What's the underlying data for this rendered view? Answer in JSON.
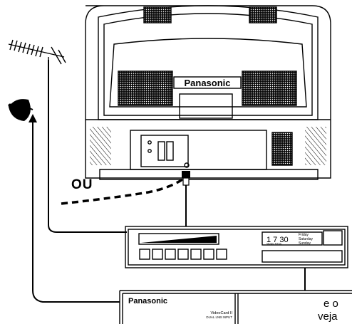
{
  "tv": {
    "brand": "Panasonic"
  },
  "cable_labels": {
    "or": "OU"
  },
  "vcr": {
    "clock": "1 7 30",
    "clock_sub": "VIDEO NTSC",
    "day_1": "Friday",
    "day_2": "Saturday",
    "day_3": "Sunday"
  },
  "receiver": {
    "brand": "Panasonic",
    "model": "VideoCard II",
    "model_sub": "DUAL LNB INPUT"
  },
  "side_note": {
    "line1": "e o",
    "line2": "veja"
  },
  "colors": {
    "line": "#000000",
    "background": "#ffffff",
    "grille": "#000000"
  },
  "icons": {
    "antenna": "tv-antenna-icon",
    "dish": "satellite-dish-icon",
    "plug": "rf-plug-icon"
  }
}
